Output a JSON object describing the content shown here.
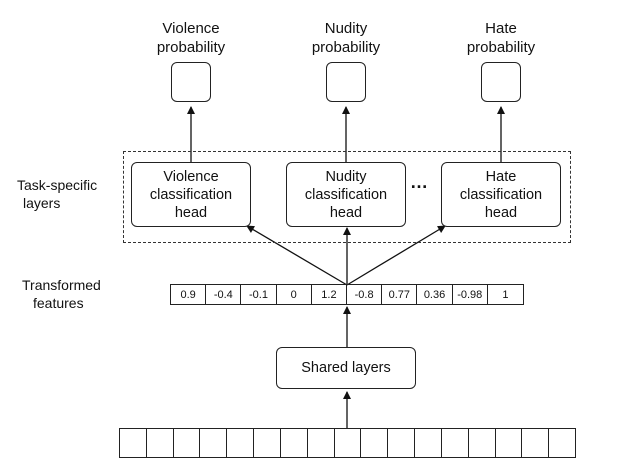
{
  "outputs": [
    {
      "line1": "Violence",
      "line2": "probability"
    },
    {
      "line1": "Nudity",
      "line2": "probability"
    },
    {
      "line1": "Hate",
      "line2": "probability"
    }
  ],
  "task_label": {
    "line1": "Task-specific",
    "line2": "layers"
  },
  "heads": [
    {
      "line1": "Violence",
      "line2": "classification",
      "line3": "head"
    },
    {
      "line1": "Nudity",
      "line2": "classification",
      "line3": "head"
    },
    {
      "line1": "Hate",
      "line2": "classification",
      "line3": "head"
    }
  ],
  "ellipsis": "…",
  "features_label": {
    "line1": "Transformed",
    "line2": "features"
  },
  "features": [
    "0.9",
    "-0.4",
    "-0.1",
    "0",
    "1.2",
    "-0.8",
    "0.77",
    "0.36",
    "-0.98",
    "1"
  ],
  "shared_layers": "Shared layers",
  "input_cells": 17
}
